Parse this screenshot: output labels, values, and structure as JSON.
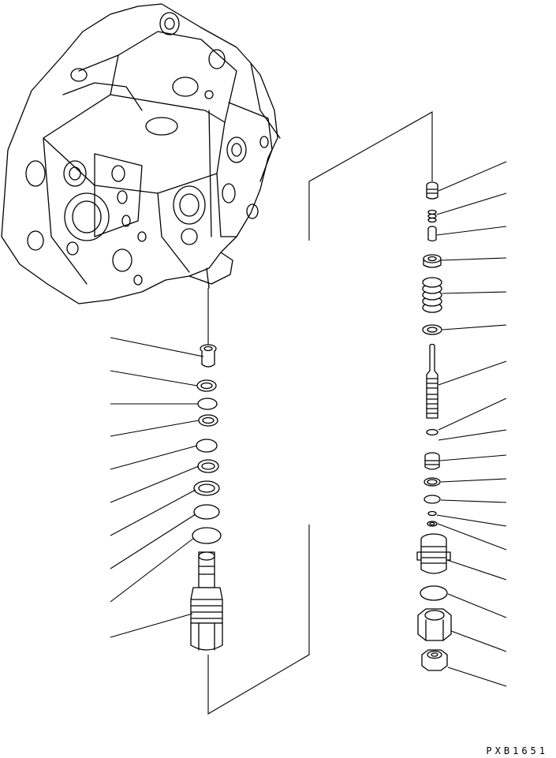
{
  "drawing_code": "PXB1651",
  "left_stack": {
    "parts": [
      {
        "kind": "flanged-sleeve"
      },
      {
        "kind": "backup-ring"
      },
      {
        "kind": "o-ring"
      },
      {
        "kind": "backup-ring"
      },
      {
        "kind": "o-ring"
      },
      {
        "kind": "backup-ring"
      },
      {
        "kind": "backup-ring-large"
      },
      {
        "kind": "o-ring-large"
      },
      {
        "kind": "o-ring-large"
      },
      {
        "kind": "relief-valve-cartridge"
      }
    ]
  },
  "right_stack": {
    "parts": [
      {
        "kind": "plug"
      },
      {
        "kind": "spring-small"
      },
      {
        "kind": "poppet"
      },
      {
        "kind": "seat-ring"
      },
      {
        "kind": "shim-stack"
      },
      {
        "kind": "washer"
      },
      {
        "kind": "piston-spring-assembly"
      },
      {
        "kind": "o-ring-small"
      },
      {
        "kind": "sleeve-nut"
      },
      {
        "kind": "backup-ring"
      },
      {
        "kind": "o-ring"
      },
      {
        "kind": "o-ring-small"
      },
      {
        "kind": "retaining-ring"
      },
      {
        "kind": "adjusting-sleeve"
      },
      {
        "kind": "o-ring-large"
      },
      {
        "kind": "hex-cap-nut"
      },
      {
        "kind": "lock-nut"
      }
    ]
  },
  "colors": {
    "ink": "#000000",
    "paper": "#ffffff"
  }
}
